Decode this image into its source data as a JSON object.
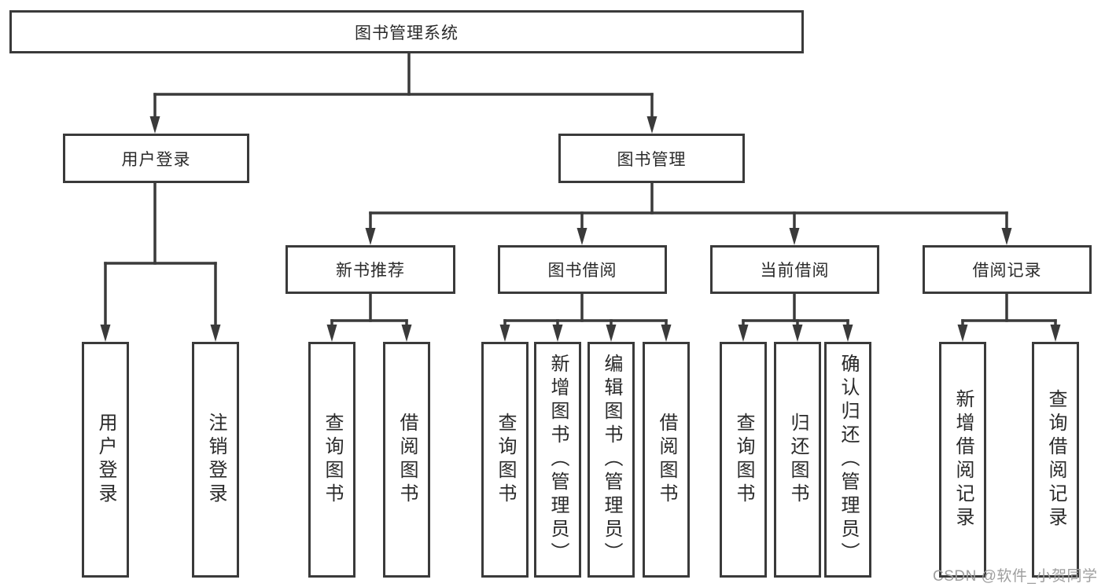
{
  "tree": {
    "label": "图书管理系统",
    "children": [
      {
        "label": "用户登录",
        "children": [
          {
            "label": "用户登录"
          },
          {
            "label": "注销登录"
          }
        ]
      },
      {
        "label": "图书管理",
        "children": [
          {
            "label": "新书推荐",
            "children": [
              {
                "label": "查询图书"
              },
              {
                "label": "借阅图书"
              }
            ]
          },
          {
            "label": "图书借阅",
            "children": [
              {
                "label": "查询图书"
              },
              {
                "label": "新增图书（管理员）"
              },
              {
                "label": "编辑图书（管理员）"
              },
              {
                "label": "借阅图书"
              }
            ]
          },
          {
            "label": "当前借阅",
            "children": [
              {
                "label": "查询图书"
              },
              {
                "label": "归还图书"
              },
              {
                "label": "确认归还（管理员）"
              }
            ]
          },
          {
            "label": "借阅记录",
            "children": [
              {
                "label": "新增借阅记录"
              },
              {
                "label": "查询借阅记录"
              }
            ]
          }
        ]
      }
    ]
  },
  "watermark": {
    "text": "CSDN @软件_小贺同学"
  },
  "colors": {
    "line": "#3a3a3a",
    "text": "#2a2a2a",
    "watermark": "#9e9e9e",
    "background": "#ffffff"
  }
}
